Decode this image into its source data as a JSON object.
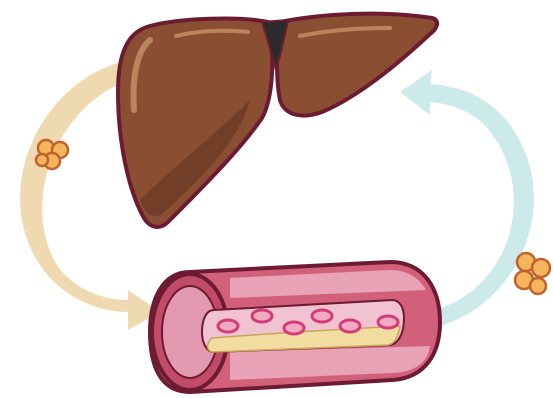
{
  "diagram": {
    "elements": [
      {
        "id": "liver",
        "icon": "liver-icon"
      },
      {
        "id": "blood-vessel",
        "icon": "artery-cross-section-icon"
      },
      {
        "id": "arrow-to-vessel",
        "icon": "curved-arrow-icon",
        "color": "#eed9b0"
      },
      {
        "id": "arrow-to-liver",
        "icon": "curved-arrow-icon",
        "color": "#cdeaea"
      },
      {
        "id": "particle-left",
        "icon": "lipid-cluster-icon"
      },
      {
        "id": "particle-right",
        "icon": "lipid-cluster-icon"
      }
    ],
    "colors": {
      "outline": "#6d1b33",
      "liver_fill": "#8a4f33",
      "liver_shade": "#6b3a24",
      "liver_highlight": "#b9855e",
      "vessel_outer": "#d3607b",
      "vessel_band": "#e8a3b7",
      "vessel_inner": "#f1c2d1",
      "plaque": "#f3dca0",
      "cell_fill": "#f5a9c0",
      "cell_ring": "#d23c78",
      "particle_fill": "#f5b55d",
      "particle_ring": "#c0622b",
      "arrow_tan": "#eed9b0",
      "arrow_blue": "#cdeaea"
    }
  }
}
